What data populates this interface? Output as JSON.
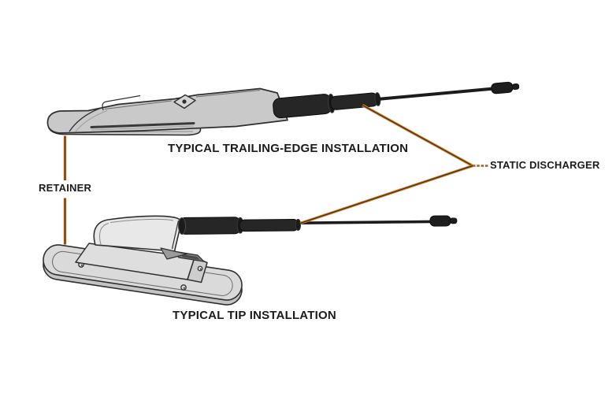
{
  "background": "#ffffff",
  "colors": {
    "outline": "#2f2f2f",
    "metal_light": "#e8e8e8",
    "metal_mid": "#c9c9c9",
    "hardware_black": "#262626",
    "leader_orange": "#c8812f",
    "leader_core": "#45280a",
    "text": "#1b1b1b"
  },
  "labels": {
    "trailing_edge_title": "TYPICAL TRAILING-EDGE INSTALLATION",
    "tip_title": "TYPICAL TIP INSTALLATION",
    "retainer": "RETAINER",
    "static_discharger": "STATIC DISCHARGER"
  },
  "diagram": {
    "views": [
      {
        "caption_key": "trailing_edge_title",
        "shows": "static discharger mounted in a trailing-edge retainer"
      },
      {
        "caption_key": "tip_title",
        "shows": "static discharger mounted in a tip retainer base"
      }
    ],
    "callouts": [
      {
        "label_key": "retainer",
        "leader": "vertical orange line linking both retainers"
      },
      {
        "label_key": "static_discharger",
        "leader": "two orange lines converging from both discharger rods"
      }
    ]
  }
}
